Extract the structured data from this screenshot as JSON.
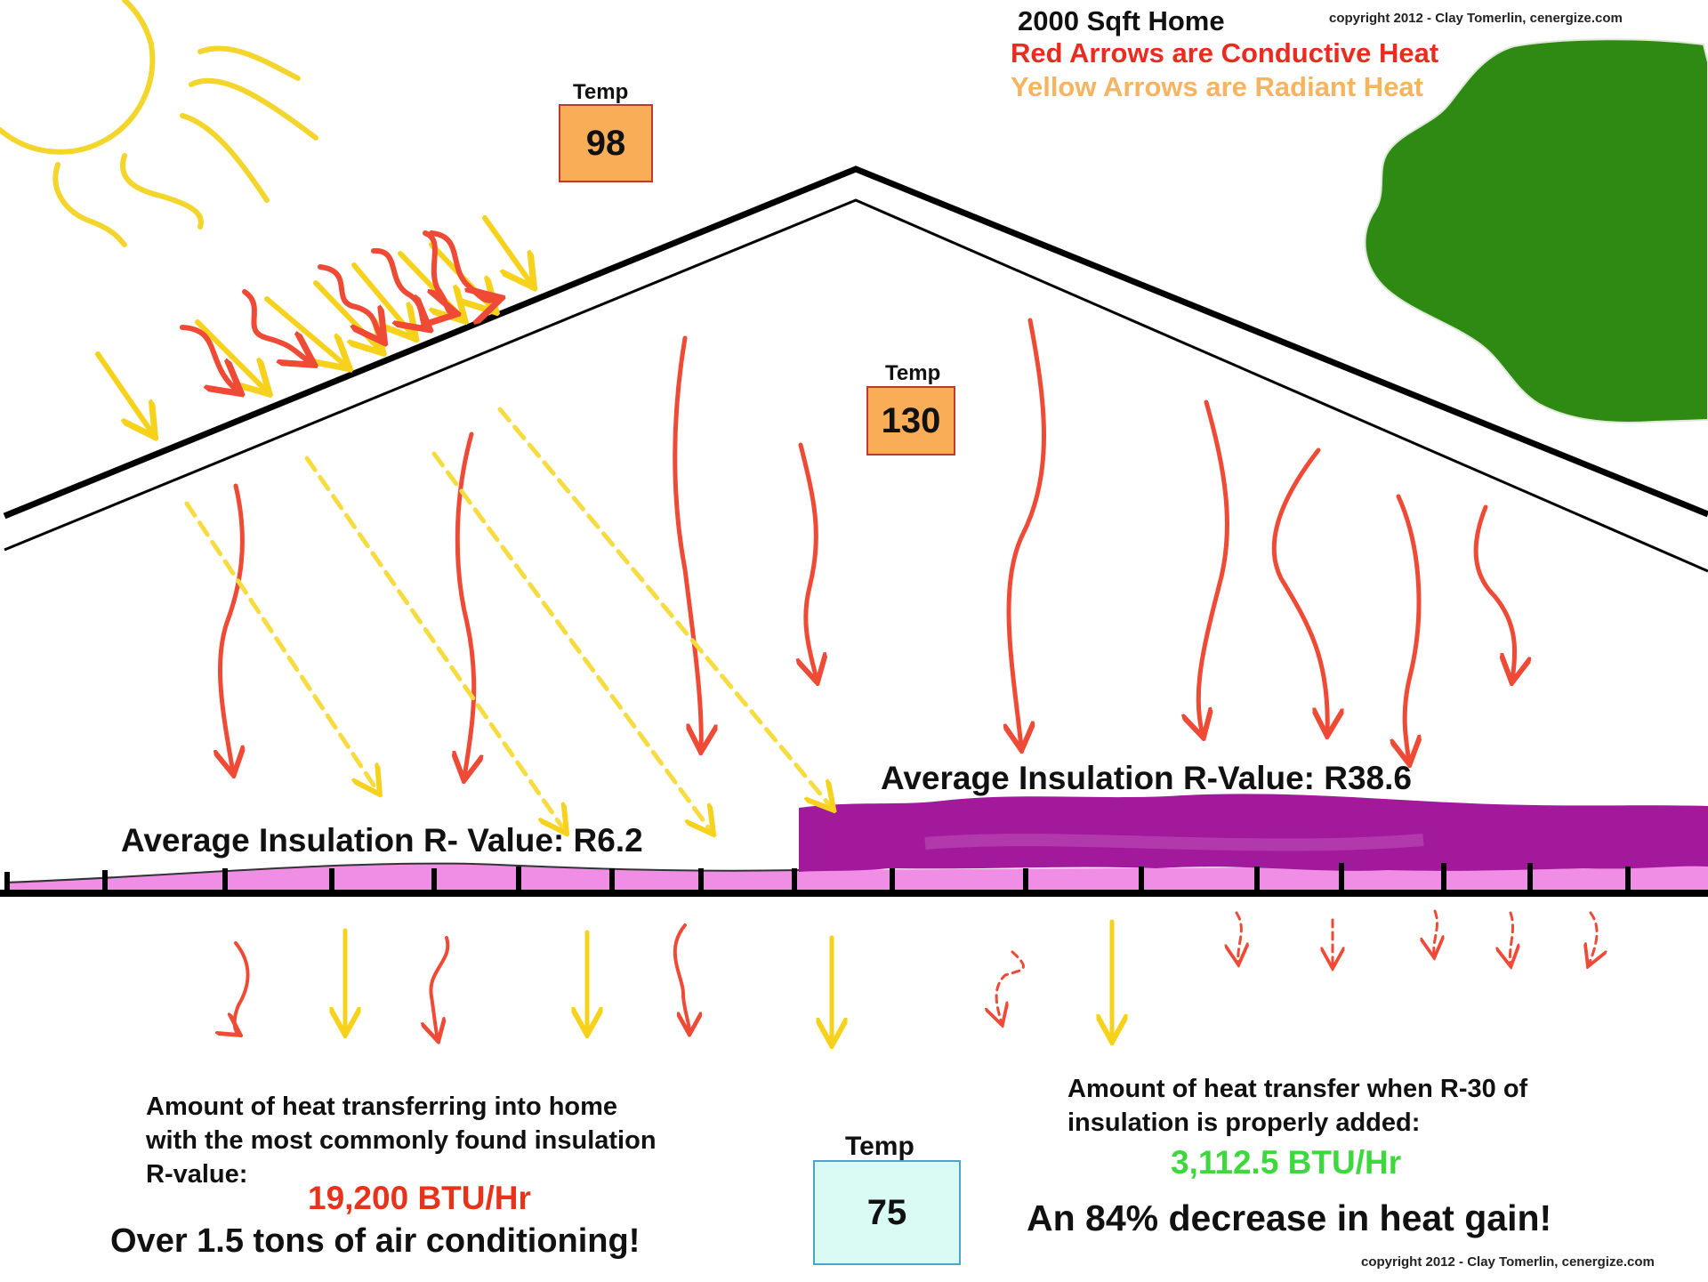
{
  "legend": {
    "home_size": "2000 Sqft Home",
    "red_arrows": "Red Arrows are Conductive Heat",
    "yellow_arrows": "Yellow Arrows are Radiant Heat"
  },
  "copyright_top": "copyright 2012 - Clay Tomerlin, cenergize.com",
  "copyright_bottom": "copyright 2012 - Clay Tomerlin, cenergize.com",
  "temps": {
    "outside": {
      "label": "Temp",
      "value": "98"
    },
    "attic": {
      "label": "Temp",
      "value": "130"
    },
    "inside": {
      "label": "Temp",
      "value": "75"
    }
  },
  "insulation": {
    "left_label": "Average Insulation R- Value: R6.2",
    "right_label": "Average Insulation R-Value: R38.6"
  },
  "left_panel": {
    "line1": "Amount of heat transferring into home",
    "line2": "with the most commonly found insulation",
    "line3": "R-value:",
    "btu": "19,200 BTU/Hr",
    "tons": "Over 1.5 tons of air conditioning!"
  },
  "right_panel": {
    "line1": "Amount of heat transfer when R-30 of",
    "line2": "insulation is properly added:",
    "btu": "3,112.5 BTU/Hr",
    "decrease": "An 84% decrease in heat gain!"
  },
  "colors": {
    "sun": "#f3d52b",
    "red_arrow": "#ee4a35",
    "yellow_arrow": "#f6d21c",
    "yellow_dashed": "#f6dc40",
    "insulation_thin": "#f08de4",
    "insulation_thick": "#a2199c",
    "tree": "#2e8a12",
    "temp_box_warm": "#f9ad57",
    "temp_box_cool": "#d9fbf4",
    "btu_red": "#e8331b",
    "btu_green": "#3ed83e",
    "legend_red": "#ea2b1f",
    "legend_yellow": "#f6b461"
  },
  "icons": [
    "sun-icon",
    "tree-icon"
  ]
}
